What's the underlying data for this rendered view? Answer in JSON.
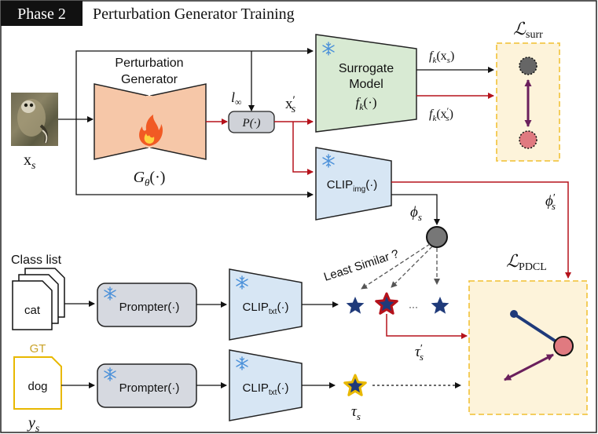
{
  "header": {
    "phase_label": "Phase 2",
    "title": "Perturbation Generator Training"
  },
  "input": {
    "image_label": "x",
    "image_sub": "s"
  },
  "generator": {
    "line1": "Perturbation",
    "line2": "Generator",
    "func_main": "G",
    "func_sub": "θ",
    "func_arg": "(·)"
  },
  "projection": {
    "norm_main": "l",
    "norm_sub": "∞",
    "label": "P(·)"
  },
  "adv_image": {
    "main": "x",
    "prime": "′",
    "sub": "s"
  },
  "surrogate": {
    "line1": "Surrogate",
    "line2": "Model",
    "func_main": "f",
    "func_sub": "k",
    "func_arg": "(·)"
  },
  "surrogate_outputs": {
    "clean": {
      "f": "f",
      "k": "k",
      "x": "x",
      "s": "s"
    },
    "adv": {
      "f": "f",
      "k": "k",
      "x": "x",
      "s": "s",
      "prime": "′"
    }
  },
  "loss_surr": {
    "script": "ℒ",
    "sub": "surr"
  },
  "clip_img": {
    "main": "CLIP",
    "sub": "img",
    "arg": "(·)"
  },
  "phi": {
    "clean_main": "ϕ",
    "clean_sub": "s",
    "adv_main": "ϕ",
    "adv_sub": "s",
    "adv_prime": "′"
  },
  "class_list": {
    "title": "Class list",
    "example": "cat"
  },
  "gt": {
    "tag": "GT",
    "example": "dog",
    "label_main": "y",
    "label_sub": "s"
  },
  "prompter": {
    "label": "Prompter(·)"
  },
  "clip_txt": {
    "main": "CLIP",
    "sub": "txt",
    "arg": "(·)"
  },
  "least_similar": "Least Similar ?",
  "ellipsis": "···",
  "tau": {
    "adv_main": "τ",
    "adv_sub": "s",
    "adv_prime": "′",
    "gt_main": "τ",
    "gt_sub": "s"
  },
  "loss_pdcl": {
    "script": "ℒ",
    "sub": "PDCL"
  },
  "colors": {
    "dark_red": "#b5121b",
    "navy": "#1f3a7a",
    "gold": "#e8b800",
    "purple": "#6a1f5c",
    "surrogate_fill": "#d8ead3",
    "clip_fill": "#d7e6f4",
    "generator_fill": "#f6c7a8",
    "prompter_fill": "#d6d9e0",
    "loss_box_fill": "#fdf3da",
    "loss_box_border": "#f3c84b",
    "pink": "#e07a80",
    "gray_dot": "#777777"
  }
}
